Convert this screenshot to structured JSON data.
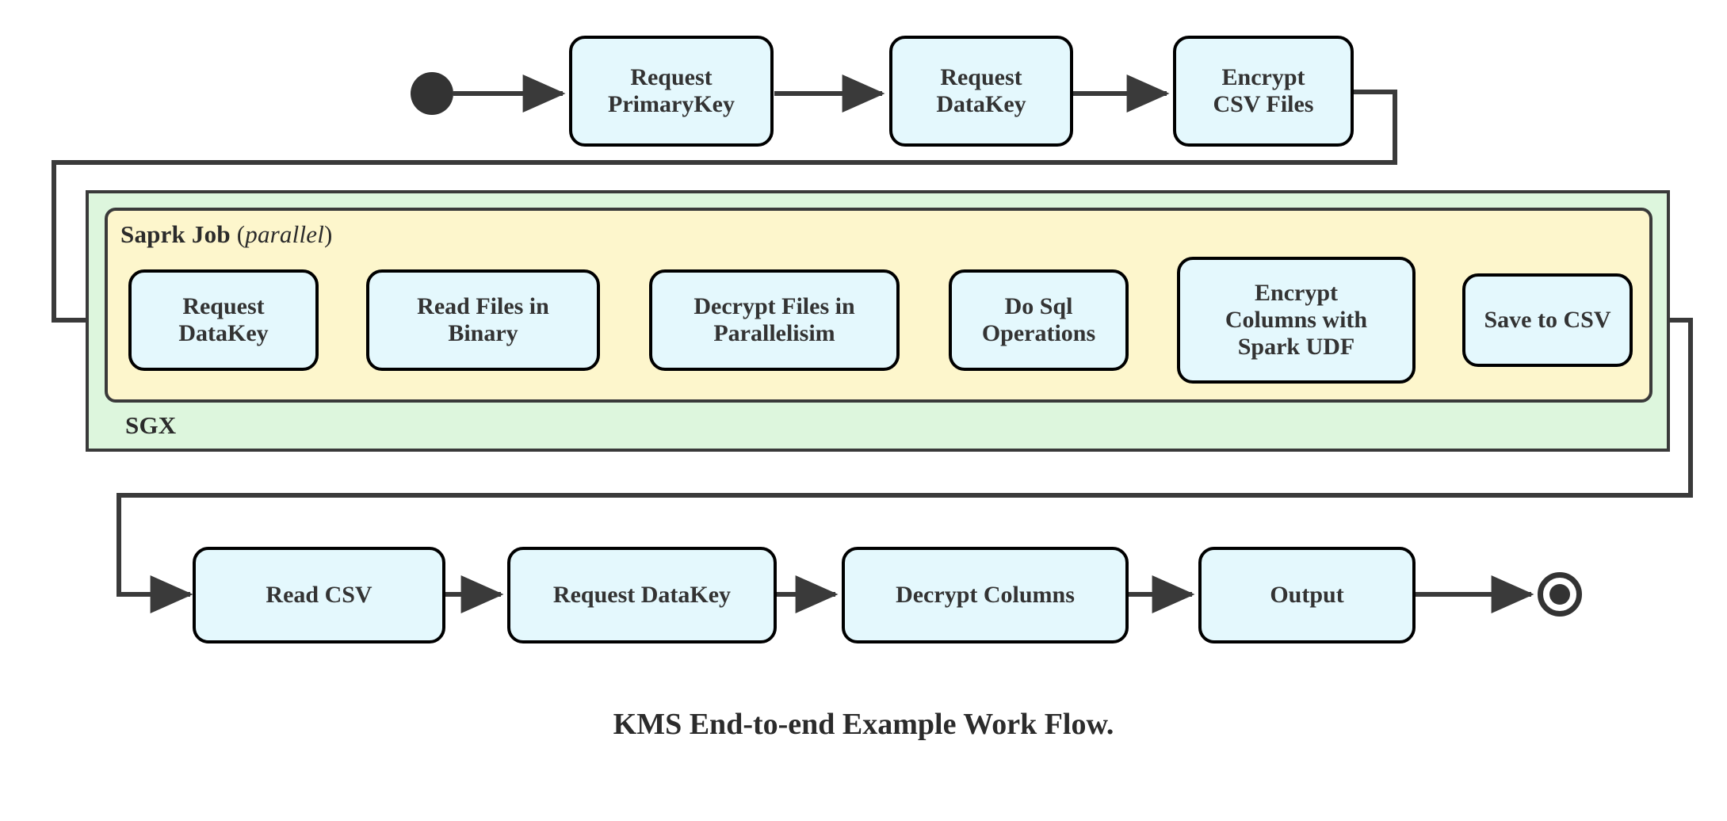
{
  "diagram": {
    "caption": "KMS End-to-end Example Work Flow.",
    "background_color": "#ffffff",
    "node_fill": "#e4f8fd",
    "node_border": "#000000",
    "sgx_fill": "#ddf6dd",
    "spark_fill": "#fdf6cc",
    "line_color": "#3a3a3a",
    "text_color": "#333333"
  },
  "markers": {
    "start_label": "start",
    "end_label": "end"
  },
  "containers": {
    "sgx": {
      "label": "SGX"
    },
    "spark": {
      "label": "Saprk Job",
      "modifier_open": " (",
      "modifier": "parallel",
      "modifier_close": ")"
    }
  },
  "top_row": [
    {
      "id": "request-primarykey",
      "label": "Request\nPrimaryKey"
    },
    {
      "id": "request-datakey-top",
      "label": "Request\nDataKey"
    },
    {
      "id": "encrypt-csv-files",
      "label": "Encrypt\nCSV Files"
    }
  ],
  "spark_row": [
    {
      "id": "request-datakey-spark",
      "label": "Request\nDataKey"
    },
    {
      "id": "read-files-in-binary",
      "label": "Read Files in\nBinary"
    },
    {
      "id": "decrypt-files-in-parallelisim",
      "label": "Decrypt Files in\nParallelisim"
    },
    {
      "id": "do-sql-operations",
      "label": "Do Sql\nOperations"
    },
    {
      "id": "encrypt-columns-with-spark-udf",
      "label": "Encrypt\nColumns with\nSpark UDF"
    },
    {
      "id": "save-to-csv",
      "label": "Save to CSV"
    }
  ],
  "bottom_row": [
    {
      "id": "read-csv",
      "label": "Read CSV"
    },
    {
      "id": "request-datakey-bottom",
      "label": "Request DataKey"
    },
    {
      "id": "decrypt-columns",
      "label": "Decrypt Columns"
    },
    {
      "id": "output",
      "label": "Output"
    }
  ]
}
